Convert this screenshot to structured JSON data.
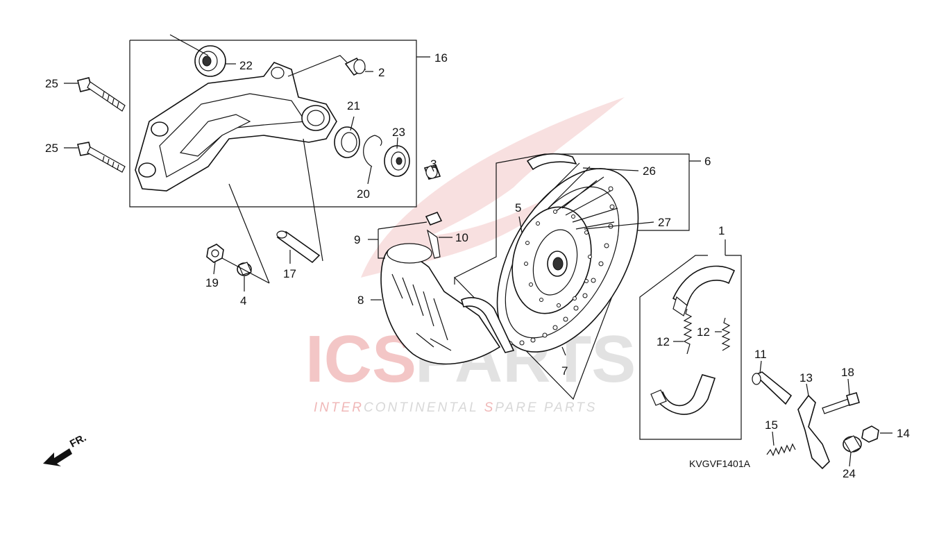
{
  "diagram": {
    "code": "KVGVF1401A",
    "front_label": "FR.",
    "callouts": {
      "p1": "1",
      "p2": "2",
      "p3": "3",
      "p4": "4",
      "p5": "5",
      "p6": "6",
      "p7": "7",
      "p8": "8",
      "p9": "9",
      "p10": "10",
      "p11": "11",
      "p12a": "12",
      "p12b": "12",
      "p13": "13",
      "p14": "14",
      "p15": "15",
      "p16": "16",
      "p17": "17",
      "p18": "18",
      "p19": "19",
      "p20": "20",
      "p21": "21",
      "p22": "22",
      "p23": "23",
      "p24": "24",
      "p25a": "25",
      "p25b": "25",
      "p26": "26",
      "p27": "27"
    }
  },
  "watermark": {
    "brand_red": "ICS",
    "brand_grey": "PARTS",
    "tagline_red_1": "INTER",
    "tagline_grey_1": "CONTINENTAL ",
    "tagline_red_2": "S",
    "tagline_grey_2": "PARE PARTS",
    "color_red": "#f3c6c6",
    "color_grey": "#e2e2e2"
  }
}
